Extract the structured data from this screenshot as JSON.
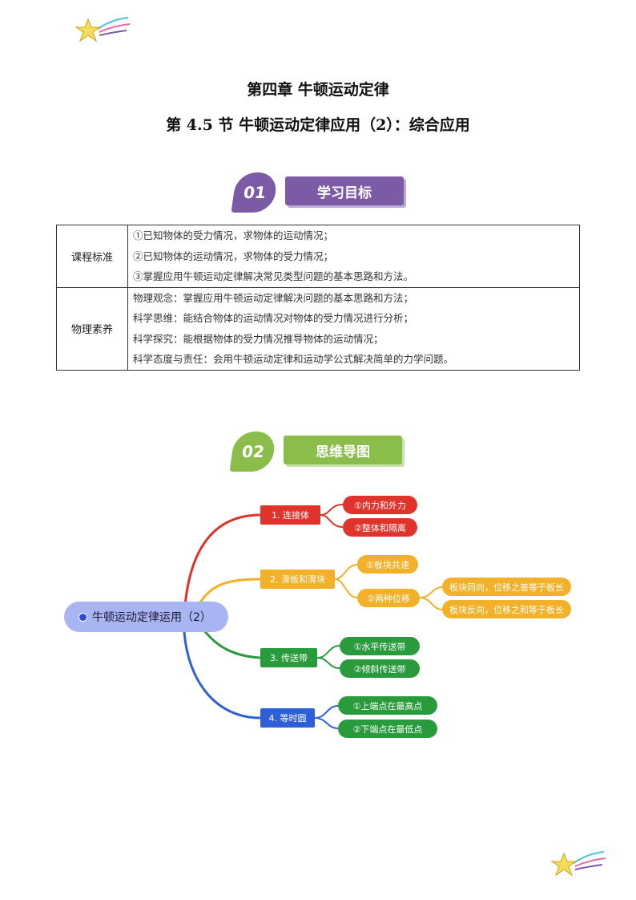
{
  "header": {
    "chapter_title": "第四章 牛顿运动定律",
    "section_title": "第 4.5 节    牛顿运动定律应用（2）：综合应用"
  },
  "section1": {
    "number": "01",
    "label": "学习目标",
    "color": "#7b5aa6"
  },
  "section2": {
    "number": "02",
    "label": "思维导图",
    "color": "#8bbd4a"
  },
  "goals_table": {
    "rows": [
      {
        "head": "课程标准",
        "lines": [
          "①已知物体的受力情况，求物体的运动情况；",
          "②已知物体的运动情况，求物体的受力情况；",
          "③掌握应用牛顿运动定律解决常见类型问题的基本思路和方法。"
        ]
      },
      {
        "head": "物理素养",
        "lines": [
          "物理观念：掌握应用牛顿运动定律解决问题的基本思路和方法；",
          "科学思维：能结合物体的运动情况对物体的受力情况进行分析；",
          "科学探究：能根据物体的受力情况推导物体的运动情况；",
          "科学态度与责任：会用牛顿运动定律和运动学公式解决简单的力学问题。"
        ]
      }
    ]
  },
  "mindmap": {
    "root": "牛顿运动定律运用（2）",
    "branches": [
      {
        "label": "1. 连接体",
        "color": "#e0332b",
        "leaves": [
          "①内力和外力",
          "②整体和隔离"
        ]
      },
      {
        "label": "2. 滑板和滑块",
        "color": "#f2b128",
        "leaves": [
          "①板块共速",
          "②两种位移"
        ],
        "subleaves": [
          "板块同向，位移之差等于板长",
          "板块反向，位移之和等于板长"
        ]
      },
      {
        "label": "3. 传送带",
        "color": "#2a9b3c",
        "leaves": [
          "①水平传送带",
          "②倾斜传送带"
        ]
      },
      {
        "label": "4. 等时圆",
        "color": "#2f5fd8",
        "leaves": [
          "①上端点在最高点",
          "②下端点在最低点"
        ]
      }
    ]
  }
}
